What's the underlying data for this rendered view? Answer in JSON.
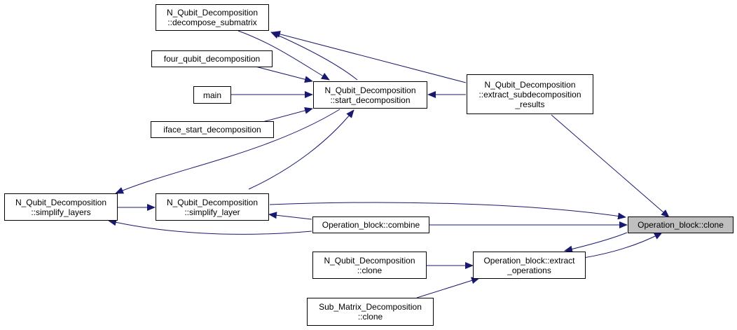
{
  "colors": {
    "edge": "#191970",
    "node_border": "#000000",
    "focus_fill": "#bfbfbf"
  },
  "nodes": {
    "decompose_submatrix": [
      "N_Qubit_Decomposition",
      "::decompose_submatrix"
    ],
    "four_qubit": [
      "four_qubit_decomposition"
    ],
    "main": [
      "main"
    ],
    "iface_start": [
      "iface_start_decomposition"
    ],
    "start_decomposition": [
      "N_Qubit_Decomposition",
      "::start_decomposition"
    ],
    "extract_subdecomposition": [
      "N_Qubit_Decomposition",
      "::extract_subdecomposition",
      "_results"
    ],
    "simplify_layers": [
      "N_Qubit_Decomposition",
      "::simplify_layers"
    ],
    "simplify_layer": [
      "N_Qubit_Decomposition",
      "::simplify_layer"
    ],
    "combine": [
      "Operation_block::combine"
    ],
    "clone_focus": [
      "Operation_block::clone"
    ],
    "nqd_clone": [
      "N_Qubit_Decomposition",
      "::clone"
    ],
    "extract_operations": [
      "Operation_block::extract",
      "_operations"
    ],
    "smd_clone": [
      "Sub_Matrix_Decomposition",
      "::clone"
    ]
  }
}
